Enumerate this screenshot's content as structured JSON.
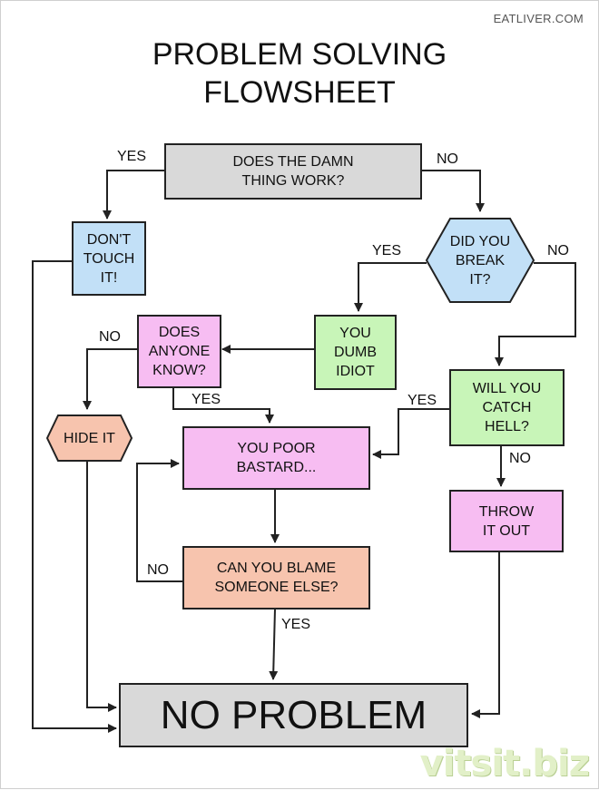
{
  "credit": "EATLIVER.COM",
  "title_line1": "PROBLEM SOLVING",
  "title_line2": "FLOWSHEET",
  "nodes": {
    "works": "DOES THE DAMN\nTHING WORK?",
    "dont_touch": "DON'T\nTOUCH\nIT!",
    "break": "DID YOU\nBREAK\nIT?",
    "dumb": "YOU\nDUMB\nIDIOT",
    "anyone": "DOES\nANYONE\nKNOW?",
    "hide": "HIDE IT",
    "catch": "WILL YOU\nCATCH\nHELL?",
    "poor": "YOU POOR\nBASTARD...",
    "throw": "THROW\nIT OUT",
    "blame": "CAN YOU BLAME\nSOMEONE ELSE?",
    "no_problem": "NO PROBLEM"
  },
  "labels": {
    "works_yes": "YES",
    "works_no": "NO",
    "break_yes": "YES",
    "break_no": "NO",
    "anyone_no": "NO",
    "anyone_yes": "YES",
    "catch_yes": "YES",
    "catch_no": "NO",
    "blame_no": "NO",
    "blame_yes": "YES"
  },
  "watermark": "vitsit.biz",
  "colors": {
    "grey": "#d9d9d9",
    "blue": "#c2e0f7",
    "green": "#c8f5b8",
    "pink": "#f7bdf2",
    "peach": "#f7c4ae",
    "stroke": "#222222"
  }
}
